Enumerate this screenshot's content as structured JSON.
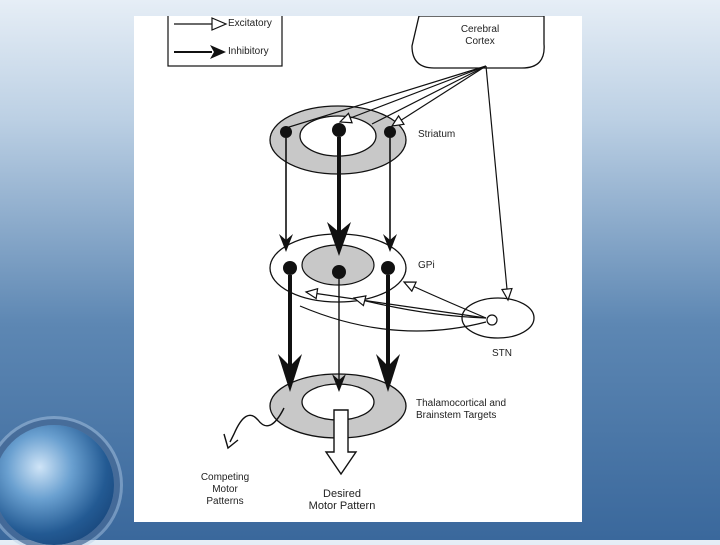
{
  "legend": {
    "excitatory": "Excitatory",
    "inhibitory": "Inhibitory"
  },
  "nodes": {
    "cortex": "Cerebral\nCortex",
    "striatum": "Striatum",
    "gpi": "GPi",
    "stn": "STN",
    "thalamo": "Thalamocortical and\nBrainstem Targets"
  },
  "outputs": {
    "competing": "Competing\nMotor\nPatterns",
    "desired": "Desired\nMotor Pattern"
  },
  "colors": {
    "ring_fill": "#c8c8c8",
    "line": "#111111",
    "background_top": "#e6eef6",
    "background_bottom": "#3a689c"
  }
}
